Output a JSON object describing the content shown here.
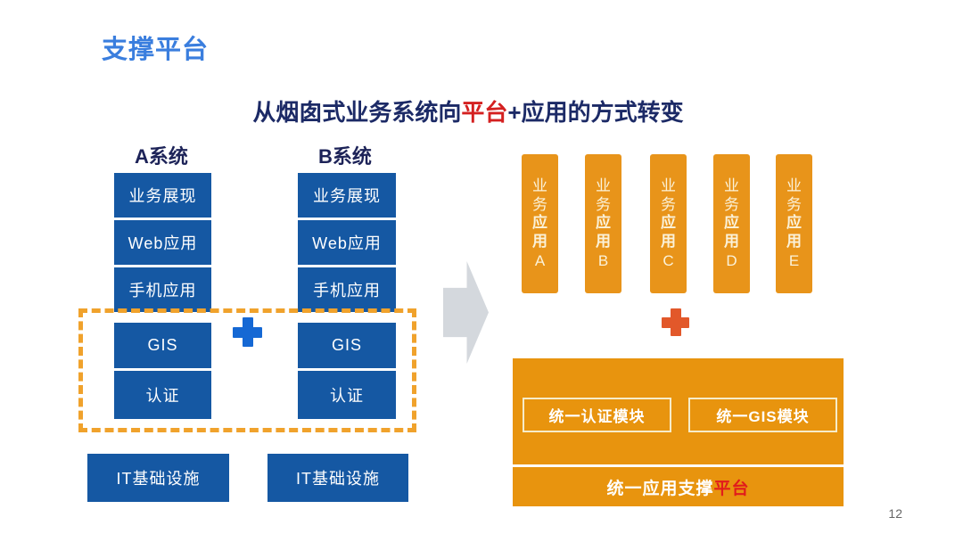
{
  "slide": {
    "title": "支撑平台",
    "subtitle": {
      "pre": "从烟囱式业务系统向",
      "highlight": "平台",
      "post": "+应用的方式转变"
    },
    "page_number": "12"
  },
  "legacy": {
    "systems": [
      {
        "name": "A系统",
        "layers": [
          "业务展现",
          "Web应用",
          "手机应用"
        ],
        "shared_layers": [
          "GIS",
          "认证"
        ],
        "infrastructure": "IT基础设施"
      },
      {
        "name": "B系统",
        "layers": [
          "业务展现",
          "Web应用",
          "手机应用"
        ],
        "shared_layers": [
          "GIS",
          "认证"
        ],
        "infrastructure": "IT基础设施"
      }
    ]
  },
  "platform": {
    "apps": [
      {
        "word1": "业务",
        "word2": "应用",
        "letter": "A"
      },
      {
        "word1": "业务",
        "word2": "应用",
        "letter": "B"
      },
      {
        "word1": "业务",
        "word2": "应用",
        "letter": "C"
      },
      {
        "word1": "业务",
        "word2": "应用",
        "letter": "D"
      },
      {
        "word1": "业务",
        "word2": "应用",
        "letter": "E"
      }
    ],
    "modules": [
      "统一认证模块",
      "统一GIS模块"
    ],
    "base": {
      "pre": "统一应用支撑",
      "highlight": "平台"
    }
  },
  "icons": {
    "blue_plus": "plus-cross",
    "orange_plus": "plus-cross",
    "transform_arrow": "right-arrow"
  },
  "colors": {
    "title_blue": "#3a7ede",
    "navy_text": "#1c2a66",
    "highlight_red": "#d42020",
    "box_blue": "#1558a3",
    "bar_orange": "#e8941a",
    "platform_orange": "#e8940e",
    "dash_orange": "#f0a22c",
    "plus_blue": "#1568d4",
    "plus_orange": "#e2582a",
    "arrow_gray": "#d4d8dd"
  }
}
